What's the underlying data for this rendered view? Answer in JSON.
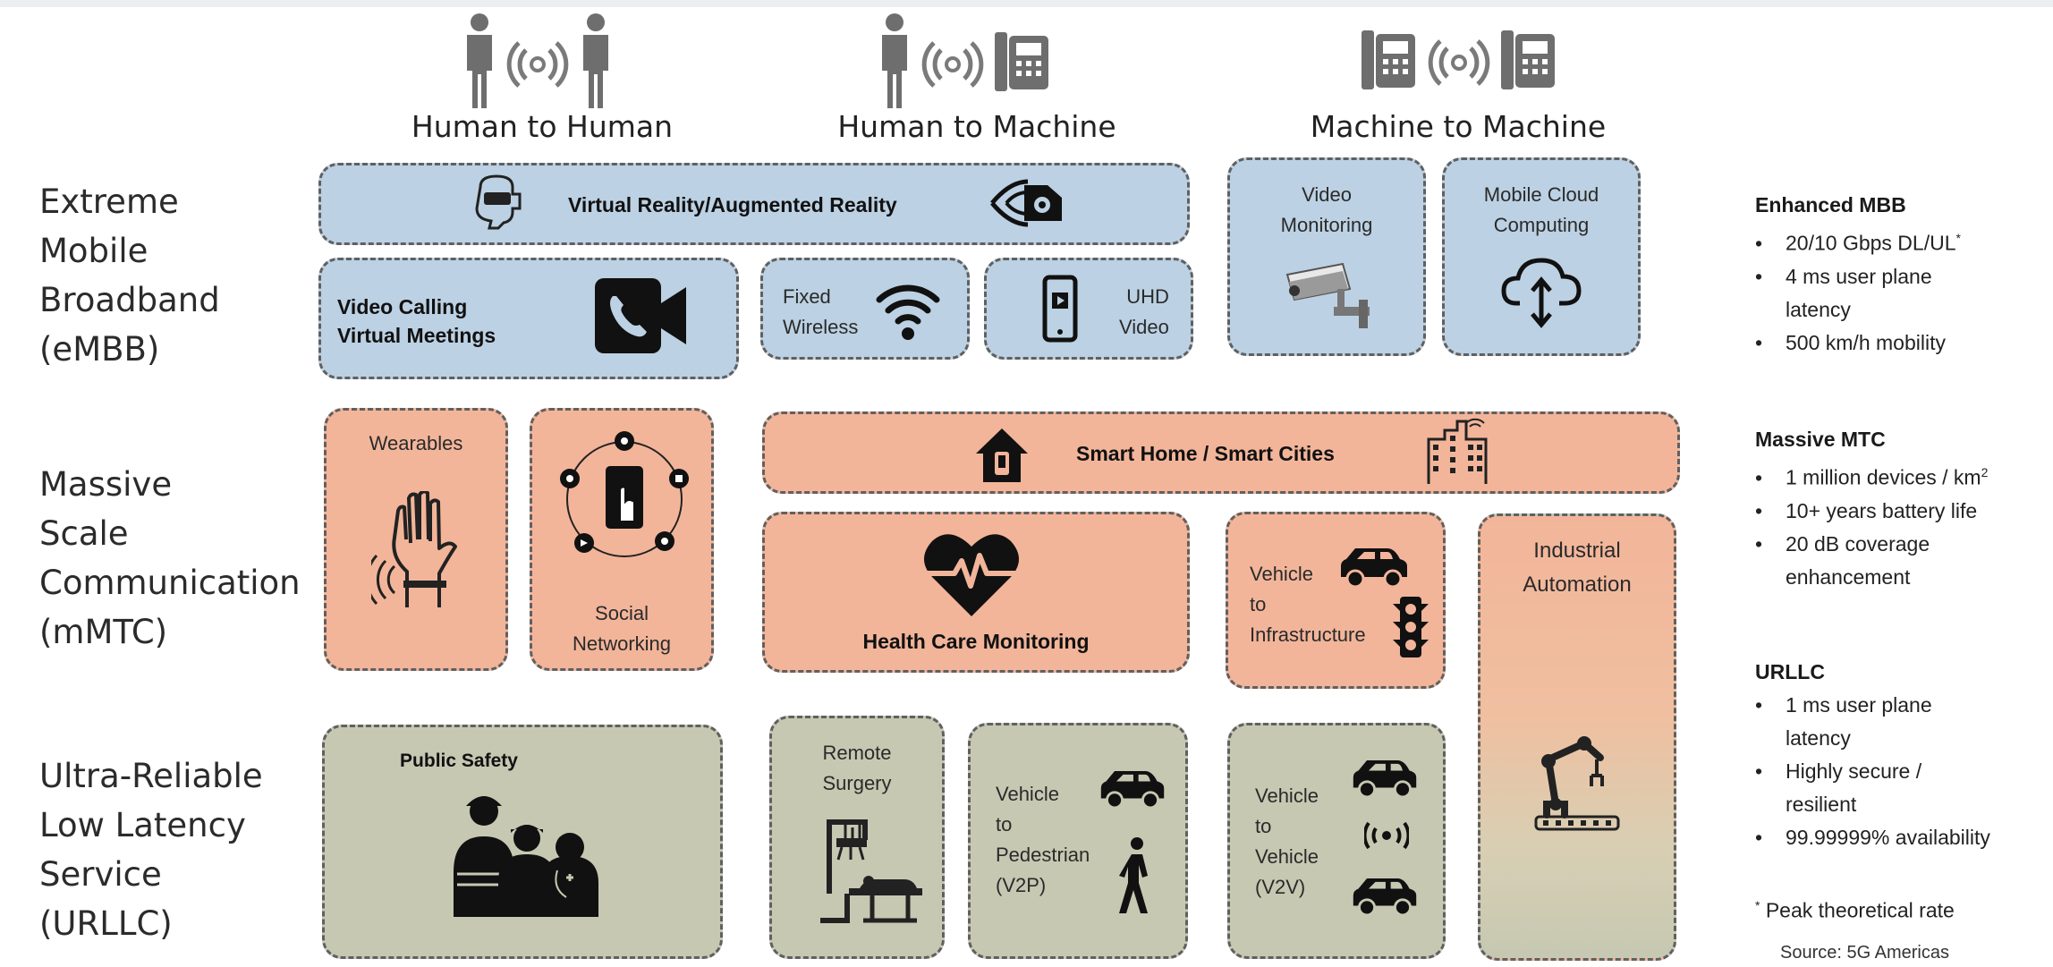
{
  "column_headers": [
    "Human to Human",
    "Human to Machine",
    "Machine to Machine"
  ],
  "row_labels": [
    [
      "Extreme",
      "Mobile",
      "Broadband",
      "(eMBB)"
    ],
    [
      "Massive",
      "Scale",
      "Communication",
      "(mMTC)"
    ],
    [
      "Ultra-Reliable",
      "Low Latency",
      "Service",
      "(URLLC)"
    ]
  ],
  "embb": {
    "vr": "Virtual Reality/Augmented Reality",
    "video_calling": [
      "Video Calling",
      "Virtual Meetings"
    ],
    "fixed_wireless": [
      "Fixed",
      "Wireless"
    ],
    "uhd_video": [
      "UHD",
      "Video"
    ],
    "video_monitoring": [
      "Video",
      "Monitoring"
    ],
    "mobile_cloud": [
      "Mobile Cloud",
      "Computing"
    ]
  },
  "mmtc": {
    "wearables": "Wearables",
    "social": [
      "Social",
      "Networking"
    ],
    "smart_home": "Smart Home / Smart Cities",
    "health": "Health Care Monitoring",
    "v2i": [
      "Vehicle",
      "to",
      "Infrastructure"
    ],
    "industrial": [
      "Industrial",
      "Automation"
    ]
  },
  "urllc": {
    "public_safety": "Public Safety",
    "remote_surgery": [
      "Remote",
      "Surgery"
    ],
    "v2p": [
      "Vehicle",
      "to",
      "Pedestrian",
      "(V2P)"
    ],
    "v2v": [
      "Vehicle",
      "to",
      "Vehicle",
      "(V2V)"
    ]
  },
  "side": {
    "embb_title": "Enhanced MBB",
    "embb_items": [
      "20/10 Gbps DL/UL",
      "4 ms user plane",
      "latency",
      "500 km/h mobility"
    ],
    "embb_sup": "*",
    "mmtc_title": "Massive MTC",
    "mmtc_items": [
      "1 million devices / km",
      "10+ years battery life",
      "20 dB coverage",
      "enhancement"
    ],
    "mmtc_sup": "2",
    "urllc_title": "URLLC",
    "urllc_items": [
      "1 ms user plane",
      "latency",
      "Highly secure /",
      "resilient",
      "99.99999% availability"
    ],
    "footnote_mark": "*",
    "footnote": "Peak theoretical rate",
    "source": "Source: 5G Americas"
  },
  "colors": {
    "embb": "#bcd1e3",
    "mmtc": "#f2b59a",
    "urllc": "#c6c8b2",
    "icon_grey": "#6e6e6e",
    "icon_dark": "#111111"
  },
  "icons": [
    "person-icon",
    "signal-waves-icon",
    "phone-device-icon",
    "vr-headset-icon",
    "ar-eye-icon",
    "video-call-icon",
    "wifi-icon",
    "smartphone-video-icon",
    "cctv-camera-icon",
    "cloud-updown-icon",
    "hand-wearable-icon",
    "social-network-icon",
    "smart-home-icon",
    "city-buildings-icon",
    "heart-pulse-icon",
    "car-icon",
    "traffic-light-icon",
    "robot-arm-icon",
    "first-responders-icon",
    "surgery-robot-icon",
    "pedestrian-icon",
    "car-signal-icon"
  ]
}
